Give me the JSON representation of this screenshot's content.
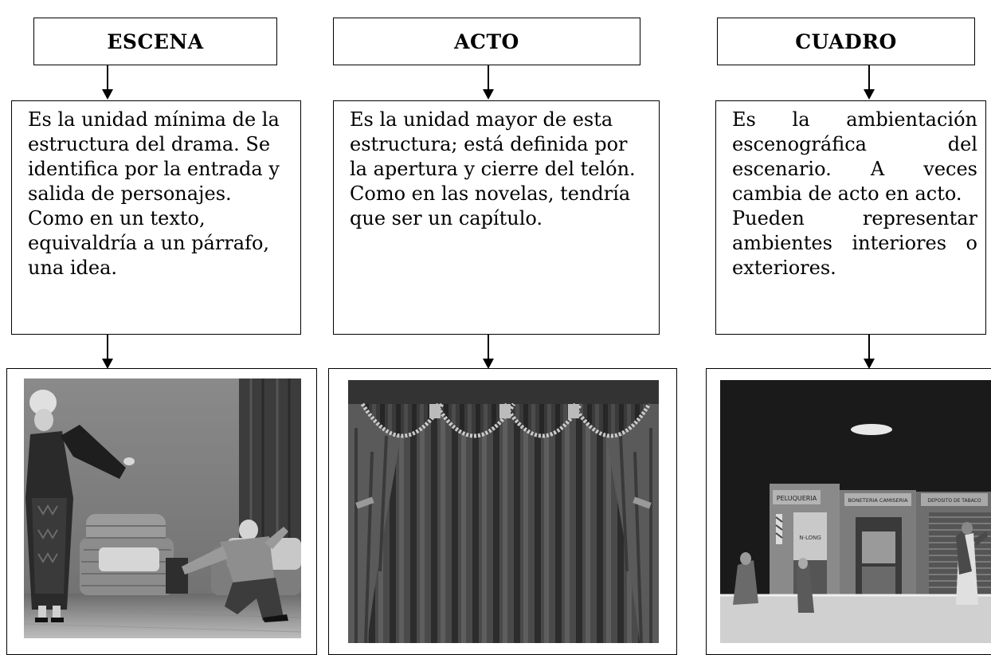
{
  "columns": [
    {
      "title": "ESCENA",
      "lines": [
        "Es la unidad mínima de la",
        "estructura del drama. Se",
        "identifica por la entrada y",
        "salida de personajes.",
        "Como en un texto,",
        "equivaldría a un párrafo,",
        "una idea."
      ],
      "image_subject": "actors-on-stage-photo"
    },
    {
      "title": "ACTO",
      "lines": [
        "Es la unidad mayor de esta",
        "estructura; está definida por",
        "la apertura y cierre del telón.",
        "Como en las novelas, tendría",
        "que ser un capítulo."
      ],
      "image_subject": "stage-curtain-photo"
    },
    {
      "title": "CUADRO",
      "lines": [
        "Es la ambientación",
        "escenográfica del",
        "escenario. A veces",
        "cambia de acto en acto.",
        "Pueden representar",
        "ambientes interiores o",
        "exteriores."
      ],
      "image_subject": "stage-set-photo",
      "set_signs": [
        "PELUQUERIA",
        "N-LONG",
        "BONETERIA CAMISERIA",
        "DEPOSITO DE TABACO"
      ]
    }
  ]
}
